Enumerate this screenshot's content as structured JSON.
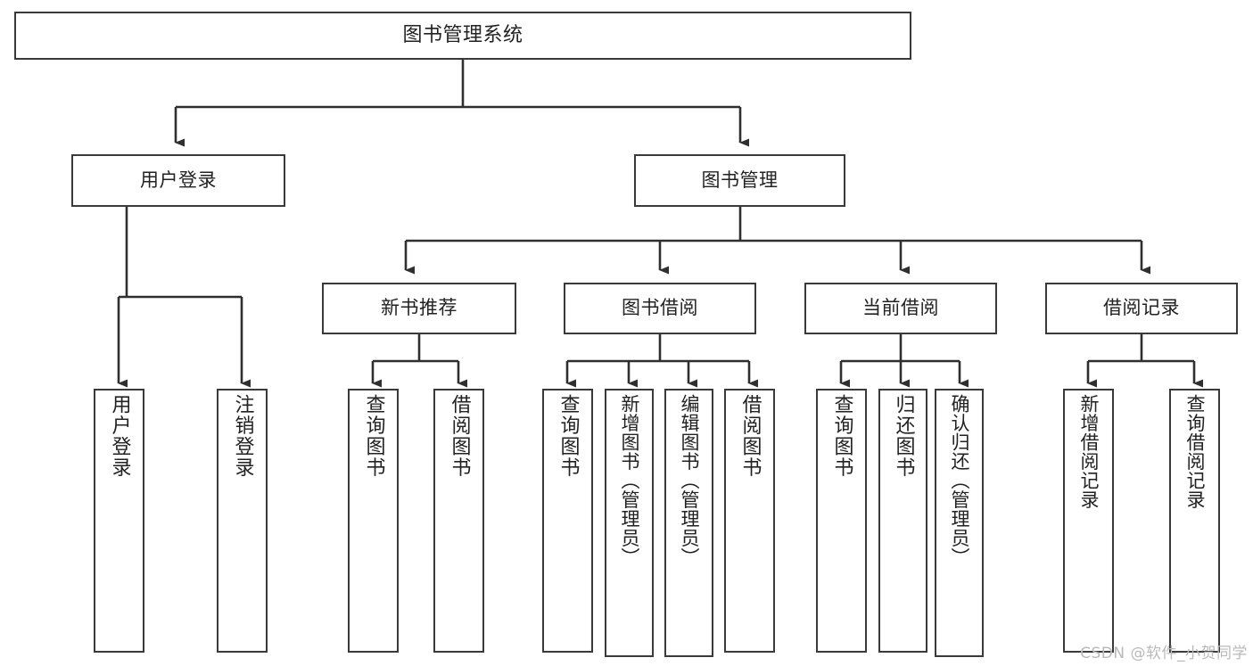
{
  "diagram": {
    "type": "tree-hierarchy-chart",
    "title": "图书管理系统",
    "line_color": "#3a3a3a",
    "box_fill": "#ffffff",
    "text_color": "#222222",
    "nodes": {
      "root": {
        "label": "图书管理系统"
      },
      "level2": [
        {
          "id": "user-login",
          "label": "用户登录"
        },
        {
          "id": "book-management",
          "label": "图书管理"
        }
      ],
      "level3": [
        {
          "id": "new-book-recommend",
          "label": "新书推荐"
        },
        {
          "id": "book-borrow",
          "label": "图书借阅"
        },
        {
          "id": "current-borrow",
          "label": "当前借阅"
        },
        {
          "id": "borrow-record",
          "label": "借阅记录"
        }
      ],
      "leaves": {
        "user_login": [
          {
            "id": "leaf-user-login",
            "label": "用户登录"
          },
          {
            "id": "leaf-logout-login",
            "label": "注销登录"
          }
        ],
        "new_book_recommend": [
          {
            "id": "leaf-query-book-1",
            "label": "查询图书"
          },
          {
            "id": "leaf-borrow-book-1",
            "label": "借阅图书"
          }
        ],
        "book_borrow": [
          {
            "id": "leaf-query-book-2",
            "label": "查询图书"
          },
          {
            "id": "leaf-add-book-admin",
            "label": "新增图书（管理员）"
          },
          {
            "id": "leaf-edit-book-admin",
            "label": "编辑图书（管理员）"
          },
          {
            "id": "leaf-borrow-book-2",
            "label": "借阅图书"
          }
        ],
        "current_borrow": [
          {
            "id": "leaf-query-book-3",
            "label": "查询图书"
          },
          {
            "id": "leaf-return-book",
            "label": "归还图书"
          },
          {
            "id": "leaf-confirm-return-admin",
            "label": "确认归还（管理员）"
          }
        ],
        "borrow_record": [
          {
            "id": "leaf-add-borrow-record",
            "label": "新增借阅记录"
          },
          {
            "id": "leaf-query-borrow-record",
            "label": "查询借阅记录"
          }
        ]
      }
    },
    "watermark": "CSDN @软件_小贺同学"
  }
}
